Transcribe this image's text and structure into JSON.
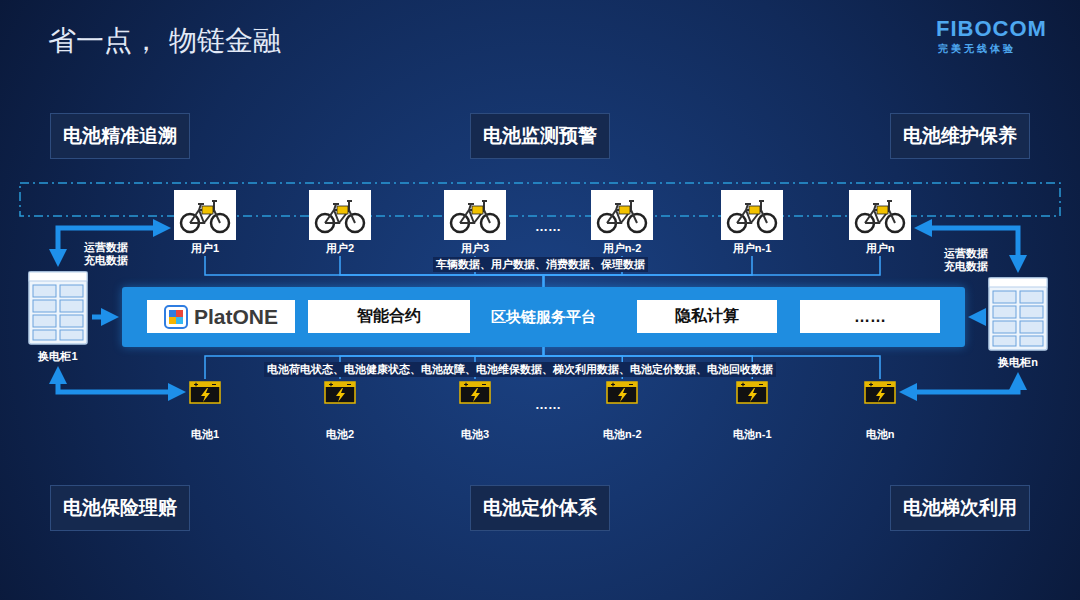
{
  "diagram": {
    "title": "省一点， 物链金融",
    "nodes": [
      {
        "text": [
          "电池精准追溯"
        ]
      },
      {
        "text": [
          "电池监测预警"
        ]
      },
      {
        "text": [
          "电池维护保养"
        ]
      },
      {
        "text": [
          "用户1"
        ]
      },
      {
        "text": [
          "用户2"
        ]
      },
      {
        "text": [
          "用户3"
        ]
      },
      {
        "text": [
          "用户n-2"
        ]
      },
      {
        "text": [
          "用户n-1"
        ]
      },
      {
        "text": [
          "用户n"
        ]
      },
      {
        "text": [
          "换电柜1"
        ]
      },
      {
        "text": [
          "区块链服务平台"
        ]
      },
      {
        "text": [
          "PlatONE"
        ],
        "in": 10
      },
      {
        "text": [
          "智能合约"
        ],
        "in": 10
      },
      {
        "text": [
          "隐私计算"
        ],
        "in": 10
      },
      {
        "text": [
          "……"
        ],
        "in": 10
      },
      {
        "text": [
          "换电柜n"
        ]
      },
      {
        "text": [
          "电池1"
        ]
      },
      {
        "text": [
          "电池2"
        ]
      },
      {
        "text": [
          "电池3"
        ]
      },
      {
        "text": [
          "电池n-2"
        ]
      },
      {
        "text": [
          "电池n-1"
        ]
      },
      {
        "text": [
          "电池n"
        ]
      },
      {
        "text": [
          "电池保险理赔"
        ]
      },
      {
        "text": [
          "电池定价体系"
        ]
      },
      {
        "text": [
          "电池梯次利用"
        ]
      }
    ],
    "edges": [
      {
        "from": 3,
        "to": 10,
        "arrow": "none"
      },
      {
        "from": 4,
        "to": 10,
        "arrow": "none"
      },
      {
        "from": 5,
        "to": 10,
        "arrow": "none"
      },
      {
        "from": 6,
        "to": 10,
        "arrow": "none"
      },
      {
        "from": 7,
        "to": 10,
        "arrow": "none"
      },
      {
        "from": 8,
        "to": 10,
        "arrow": "none"
      },
      {
        "from": 9,
        "to": 10,
        "arrow": "to"
      },
      {
        "from": 15,
        "to": 10,
        "arrow": "to"
      },
      {
        "from": 10,
        "to": 16,
        "arrow": "none"
      },
      {
        "from": 10,
        "to": 17,
        "arrow": "none"
      },
      {
        "from": 10,
        "to": 18,
        "arrow": "none"
      },
      {
        "from": 10,
        "to": 19,
        "arrow": "none"
      },
      {
        "from": 10,
        "to": 20,
        "arrow": "none"
      },
      {
        "from": 10,
        "to": 21,
        "arrow": "none"
      },
      {
        "from": 9,
        "to": 3,
        "arrow": "both"
      },
      {
        "from": 9,
        "to": 16,
        "arrow": "both"
      },
      {
        "from": 15,
        "to": 8,
        "arrow": "both"
      },
      {
        "from": 15,
        "to": 21,
        "arrow": "both"
      }
    ],
    "labels": [
      "FIBOCOM",
      "完美无线体验",
      "……",
      "车辆数据、用户数据、消费数据、保理数据",
      "运营数据",
      "充电数据",
      "运营数据",
      "充电数据",
      "电池荷电状态、电池健康状态、电池故障、电池维保数据、梯次利用数据、电池定价数据、电池回收数据",
      "……"
    ]
  }
}
